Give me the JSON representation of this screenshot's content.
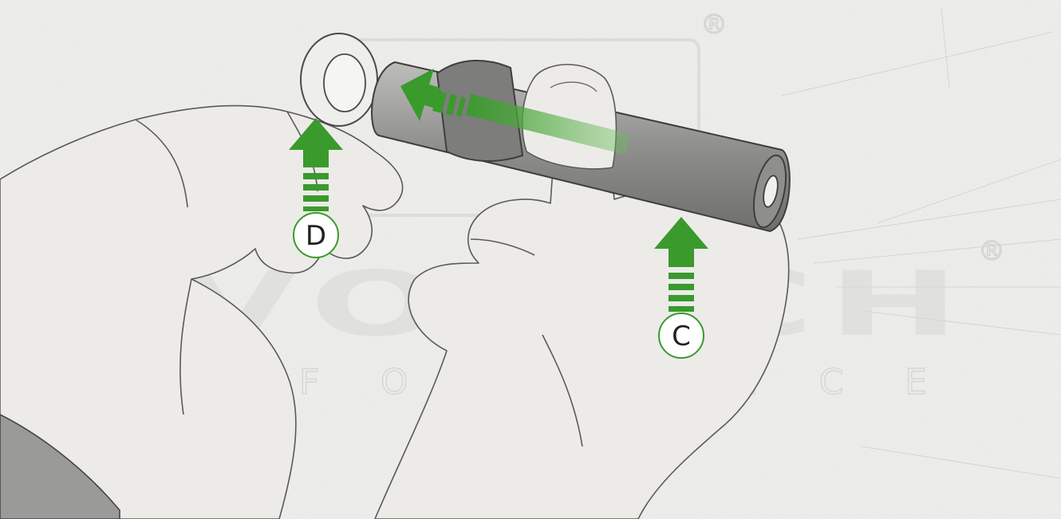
{
  "watermark": {
    "brand": "EVOTECH",
    "tagline": "PERFORMANCE",
    "registered_mark": "®"
  },
  "callouts": [
    {
      "id": "D",
      "label": "D"
    },
    {
      "id": "C",
      "label": "C"
    }
  ],
  "colors": {
    "arrow_green": "#3a9a2c",
    "arrow_green_light": "#8ccf7a",
    "sketch_line": "#555555",
    "background": "#f2f2f0"
  }
}
